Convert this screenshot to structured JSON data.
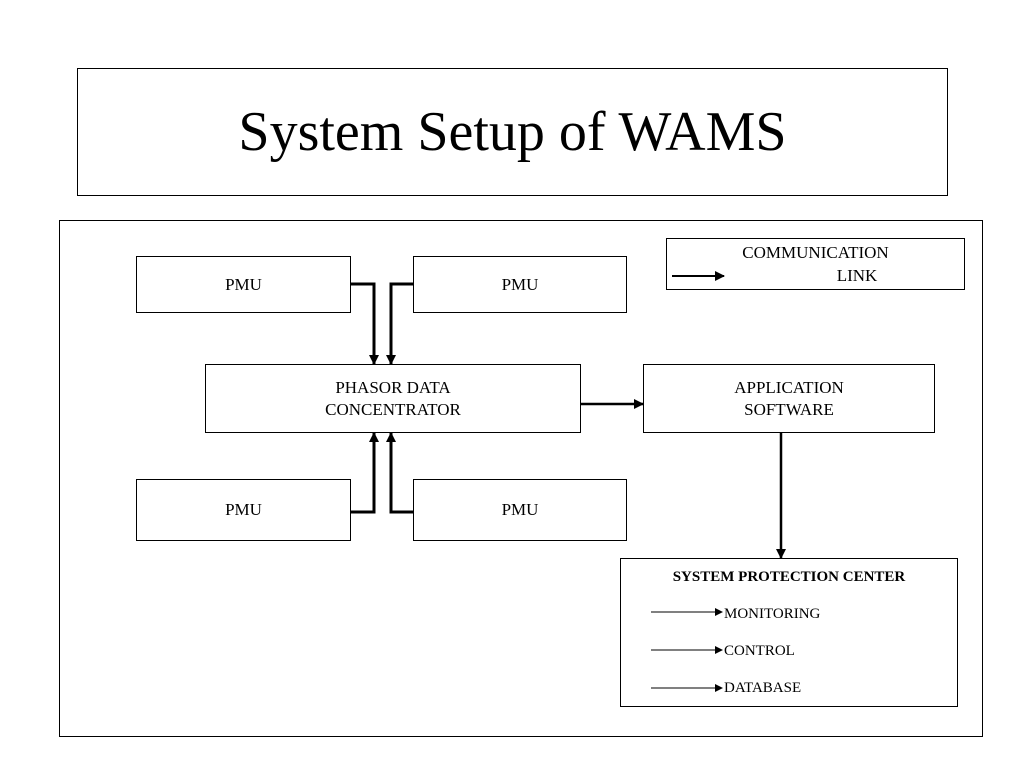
{
  "title": "System Setup of WAMS",
  "legend": {
    "line1": "COMMUNICATION",
    "line2": "LINK"
  },
  "nodes": {
    "pmu_top_left": "PMU",
    "pmu_top_right": "PMU",
    "pmu_bottom_left": "PMU",
    "pmu_bottom_right": "PMU",
    "pdc": [
      "PHASOR DATA",
      "CONCENTRATOR"
    ],
    "application": [
      "APPLICATION",
      "SOFTWARE"
    ]
  },
  "system_protection_center": {
    "title": "SYSTEM PROTECTION CENTER",
    "items": [
      "MONITORING",
      "CONTROL",
      "DATABASE"
    ]
  }
}
